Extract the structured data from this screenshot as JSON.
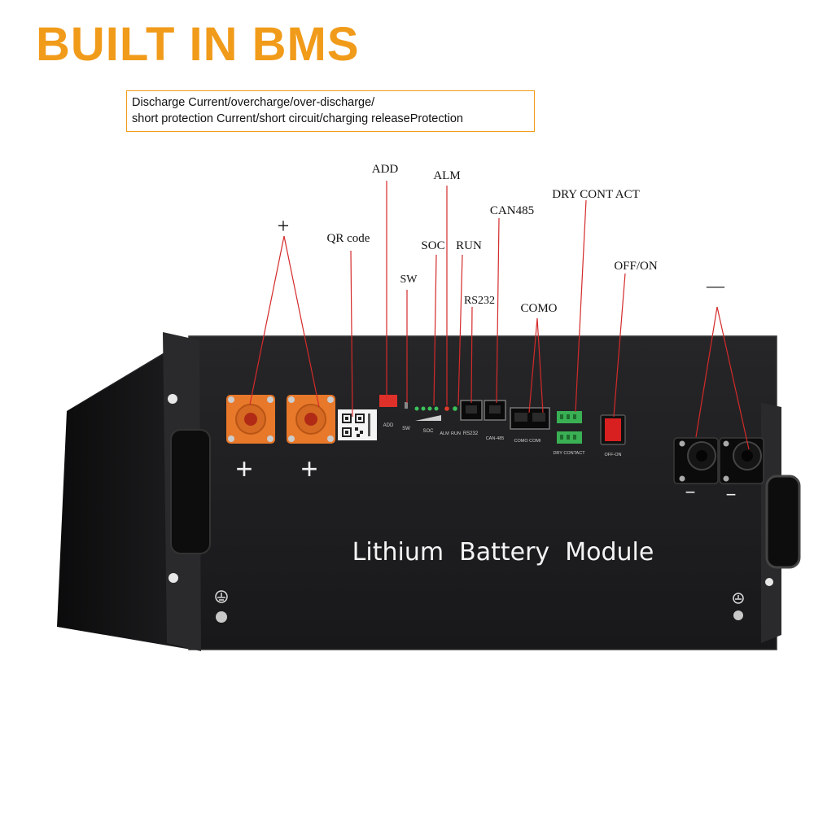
{
  "headline": {
    "text": "BUILT IN BMS",
    "color": "#f19b1a"
  },
  "description": {
    "line1": "Discharge Current/overcharge/over-discharge/",
    "line2": "short protection Current/short circuit/charging releaseProtection"
  },
  "callouts": {
    "plus": "+",
    "qr": "QR code",
    "add": "ADD",
    "sw": "SW",
    "alm": "ALM",
    "soc": "SOC",
    "run": "RUN",
    "rs232": "RS232",
    "can485": "CAN485",
    "como": "COMO",
    "dry": "DRY CONT ACT",
    "offon": "OFF/ON",
    "minus": "—"
  },
  "panel": {
    "title": "Lithium  Battery  Module",
    "plus_mark": "+",
    "minus_mark": "−",
    "add": "ADD",
    "sw": "SW",
    "soc": "SOC",
    "alm": "ALM",
    "run": "RUN",
    "rs232": "RS232",
    "can485": "CAN-485",
    "como": "COMO  COMI",
    "dry": "DRY CONTACT",
    "offon": "OFF-ON"
  },
  "colors": {
    "callout_line": "#d42a2a",
    "terminal_orange": "#e8782a",
    "led_green": "#3cc25a",
    "led_red": "#e03a2a",
    "switch_red": "#d82020",
    "terminal_green": "#3ab054",
    "panel": "#1c1c1e"
  }
}
